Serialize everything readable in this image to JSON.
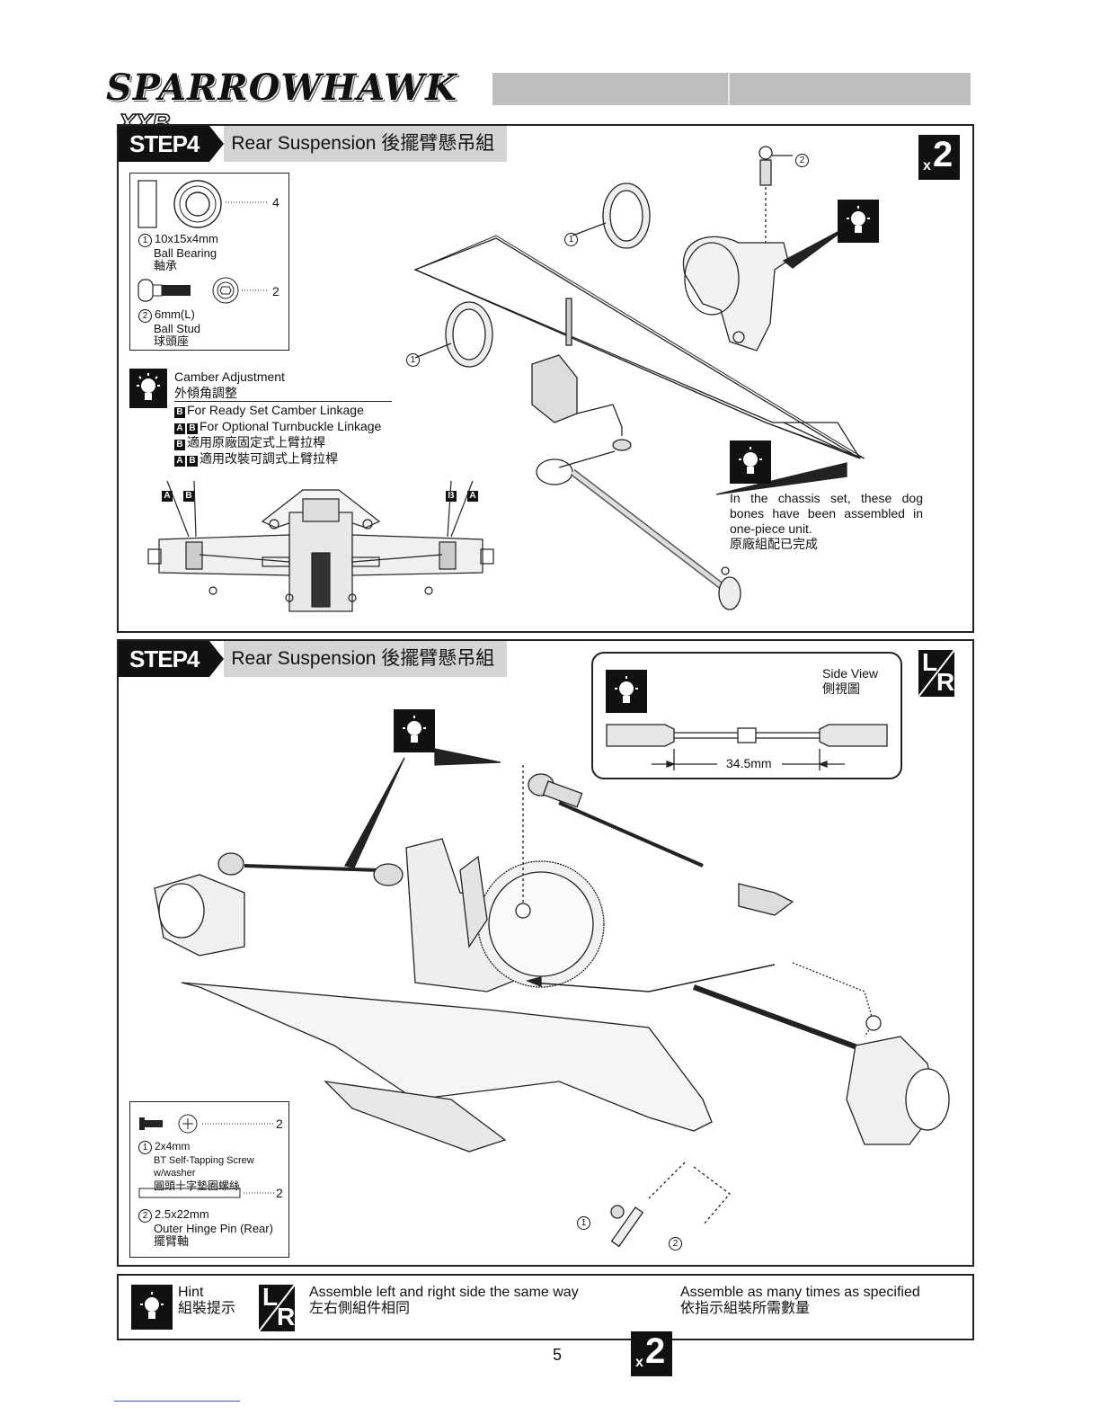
{
  "header": {
    "logo_main": "SPARROWHAWK",
    "logo_sub": "XXB"
  },
  "step1": {
    "step_label": "STEP4",
    "title": "Rear Suspension 後擺臂懸吊組",
    "multiplier_x": "x",
    "multiplier_n": "2",
    "parts": [
      {
        "num": "1",
        "qty": "4",
        "size": "10x15x4mm",
        "name": "Ball Bearing",
        "name_cn": "軸承"
      },
      {
        "num": "2",
        "qty": "2",
        "size": "6mm(L)",
        "name": "Ball Stud",
        "name_cn": "球頭座"
      }
    ],
    "camber": {
      "title": "Camber Adjustment",
      "title_cn": "外傾角調整",
      "line1_tag": "B",
      "line1": "For Ready Set Camber Linkage",
      "line2_tag_a": "A",
      "line2_tag_b": "B",
      "line2": "For Optional Turnbuckle Linkage",
      "line3": "適用原廠固定式上臂拉桿",
      "line4": "適用改裝可調式上臂拉桿"
    },
    "ab_labels": [
      "A",
      "B",
      "B",
      "A"
    ],
    "callouts": [
      "2",
      "1",
      "1"
    ],
    "dogbone_note": "In the chassis set, these dog bones have been assembled in one-piece unit.",
    "dogbone_note_cn": "原廠組配已完成"
  },
  "step2": {
    "step_label": "STEP4",
    "title": "Rear Suspension 後擺臂懸吊組",
    "side_view": "Side View",
    "side_view_cn": "側視圖",
    "dimension": "34.5mm",
    "lr_l": "L",
    "lr_r": "R",
    "parts": [
      {
        "num": "1",
        "qty": "2",
        "size": "2x4mm",
        "name": "BT Self-Tapping Screw w/washer",
        "name_cn": "圓頭十字墊圈螺絲"
      },
      {
        "num": "2",
        "qty": "2",
        "size": "2.5x22mm",
        "name": "Outer Hinge Pin (Rear)",
        "name_cn": "擺臂軸"
      }
    ],
    "callouts": [
      "1",
      "2"
    ]
  },
  "legend": {
    "hint": "Hint",
    "hint_cn": "組裝提示",
    "lr": "Assemble left and right side the same way",
    "lr_cn": "左右側組件相同",
    "x2": "Assemble as many times as specified",
    "x2_cn": "依指示組裝所需數量"
  },
  "page_number": "5"
}
